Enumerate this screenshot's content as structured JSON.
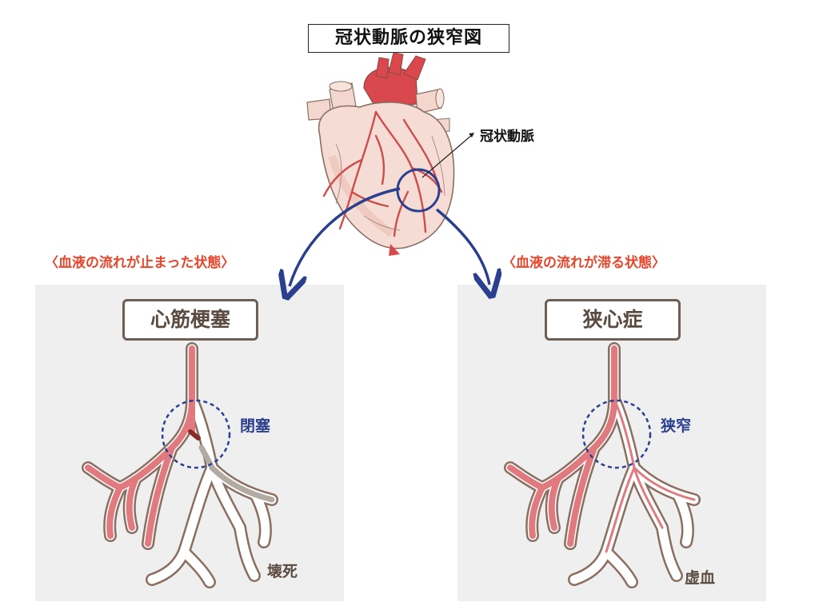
{
  "title": "冠状動脈の狭窄図",
  "heart": {
    "callout_label": "冠状動脈"
  },
  "left": {
    "heading": "〈血液の流れが止まった状態〉",
    "tag": "心筋梗塞",
    "lesion_label": "閉塞",
    "result_label": "壊死"
  },
  "right": {
    "heading": "〈血液の流れが滞る状態〉",
    "tag": "狭心症",
    "lesion_label": "狭窄",
    "result_label": "虚血"
  },
  "colors": {
    "artery_red": "#e07a7f",
    "artery_outline": "#8a6e60",
    "necrosis_gray": "#a89f98",
    "highlight_blue": "#2b3f8f",
    "heading_red": "#e8452a",
    "panel_gray": "#efefef"
  }
}
